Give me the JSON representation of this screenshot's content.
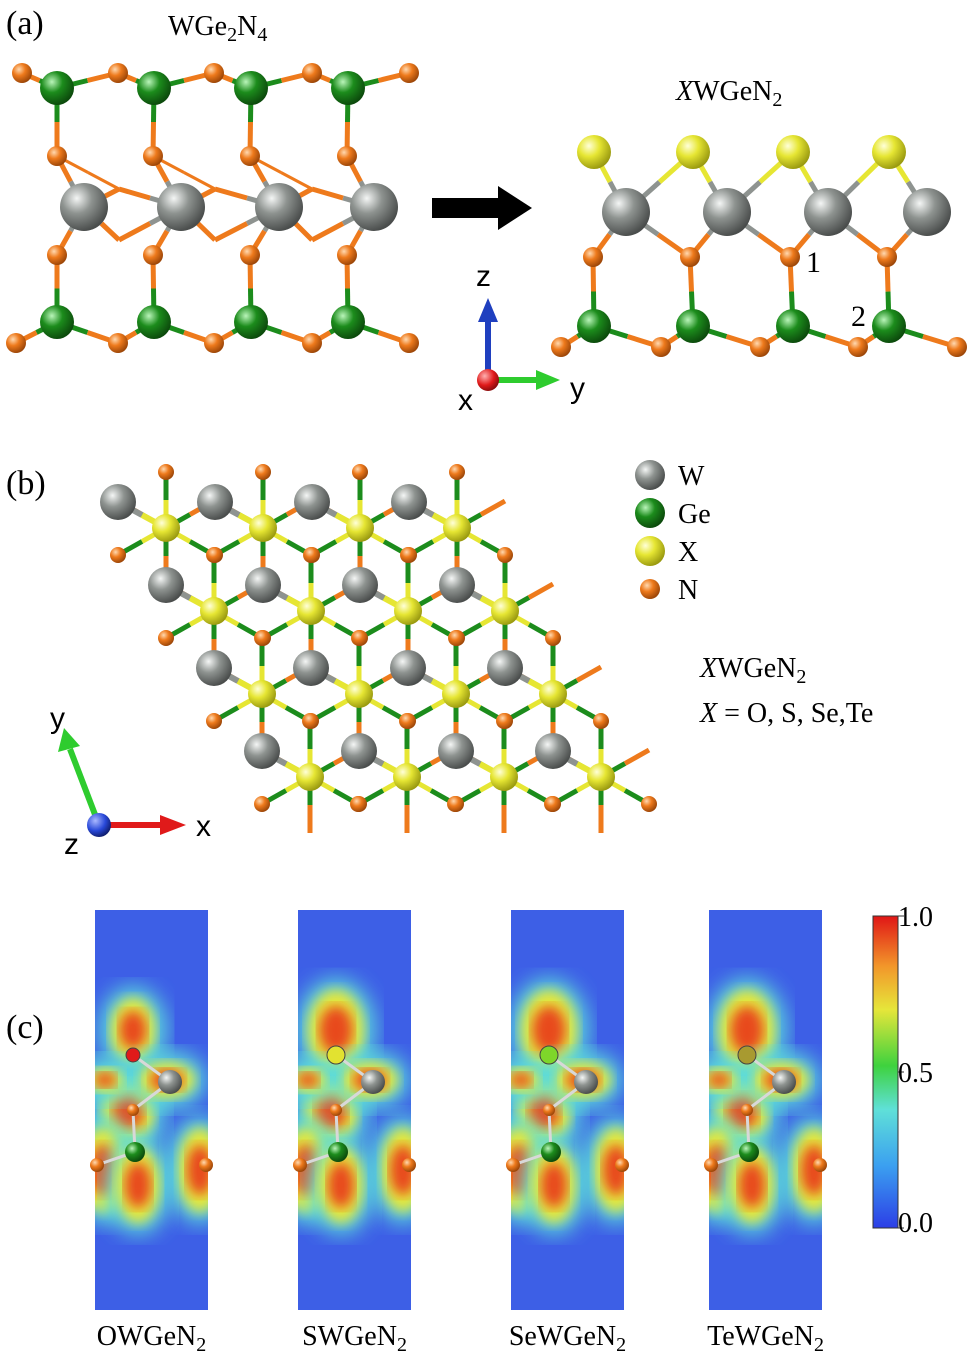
{
  "panel_a": {
    "label": "(a)",
    "left_formula": {
      "base": "WGe",
      "sub1": "2",
      "mid": "N",
      "sub2": "4"
    },
    "right_formula": {
      "italic": "X",
      "base": "WGeN",
      "sub": "2"
    },
    "site_label_1": "1",
    "site_label_2": "2",
    "axes": {
      "z": "z",
      "x": "x",
      "y": "y"
    }
  },
  "panel_b": {
    "label": "(b)",
    "legend": [
      {
        "label": "W",
        "color": "#8e9390"
      },
      {
        "label": "Ge",
        "color": "#1c8c1c"
      },
      {
        "label": "X",
        "color": "#e6e633"
      },
      {
        "label": "N",
        "color": "#ee7a1c"
      }
    ],
    "formula": {
      "italic": "X",
      "base": "WGeN",
      "sub": "2"
    },
    "equation": {
      "italic": "X",
      "rest": " = O, S, Se,Te"
    },
    "axes": {
      "y": "y",
      "z": "z",
      "x": "x"
    }
  },
  "panel_c": {
    "label": "(c)",
    "maps": [
      {
        "base": "OWGeN",
        "sub": "2",
        "x_atom_color": "#e01a1a"
      },
      {
        "base": "SWGeN",
        "sub": "2",
        "x_atom_color": "#e2e230"
      },
      {
        "base": "SeWGeN",
        "sub": "2",
        "x_atom_color": "#7ed62a"
      },
      {
        "base": "TeWGeN",
        "sub": "2",
        "x_atom_color": "#a89a30"
      }
    ],
    "colorbar": {
      "ticks": [
        "1.0",
        "0.5",
        "0.0"
      ]
    }
  },
  "colors": {
    "W": "#8e9390",
    "Ge": "#1c8c1c",
    "X": "#e6e633",
    "N": "#ee7a1c",
    "map_bg": "#3d5fe6",
    "arrow": "#000000",
    "axis_x_red": "#e01a1a",
    "axis_y_green": "#2ecc2e",
    "axis_z_blue": "#1f3fbf"
  }
}
